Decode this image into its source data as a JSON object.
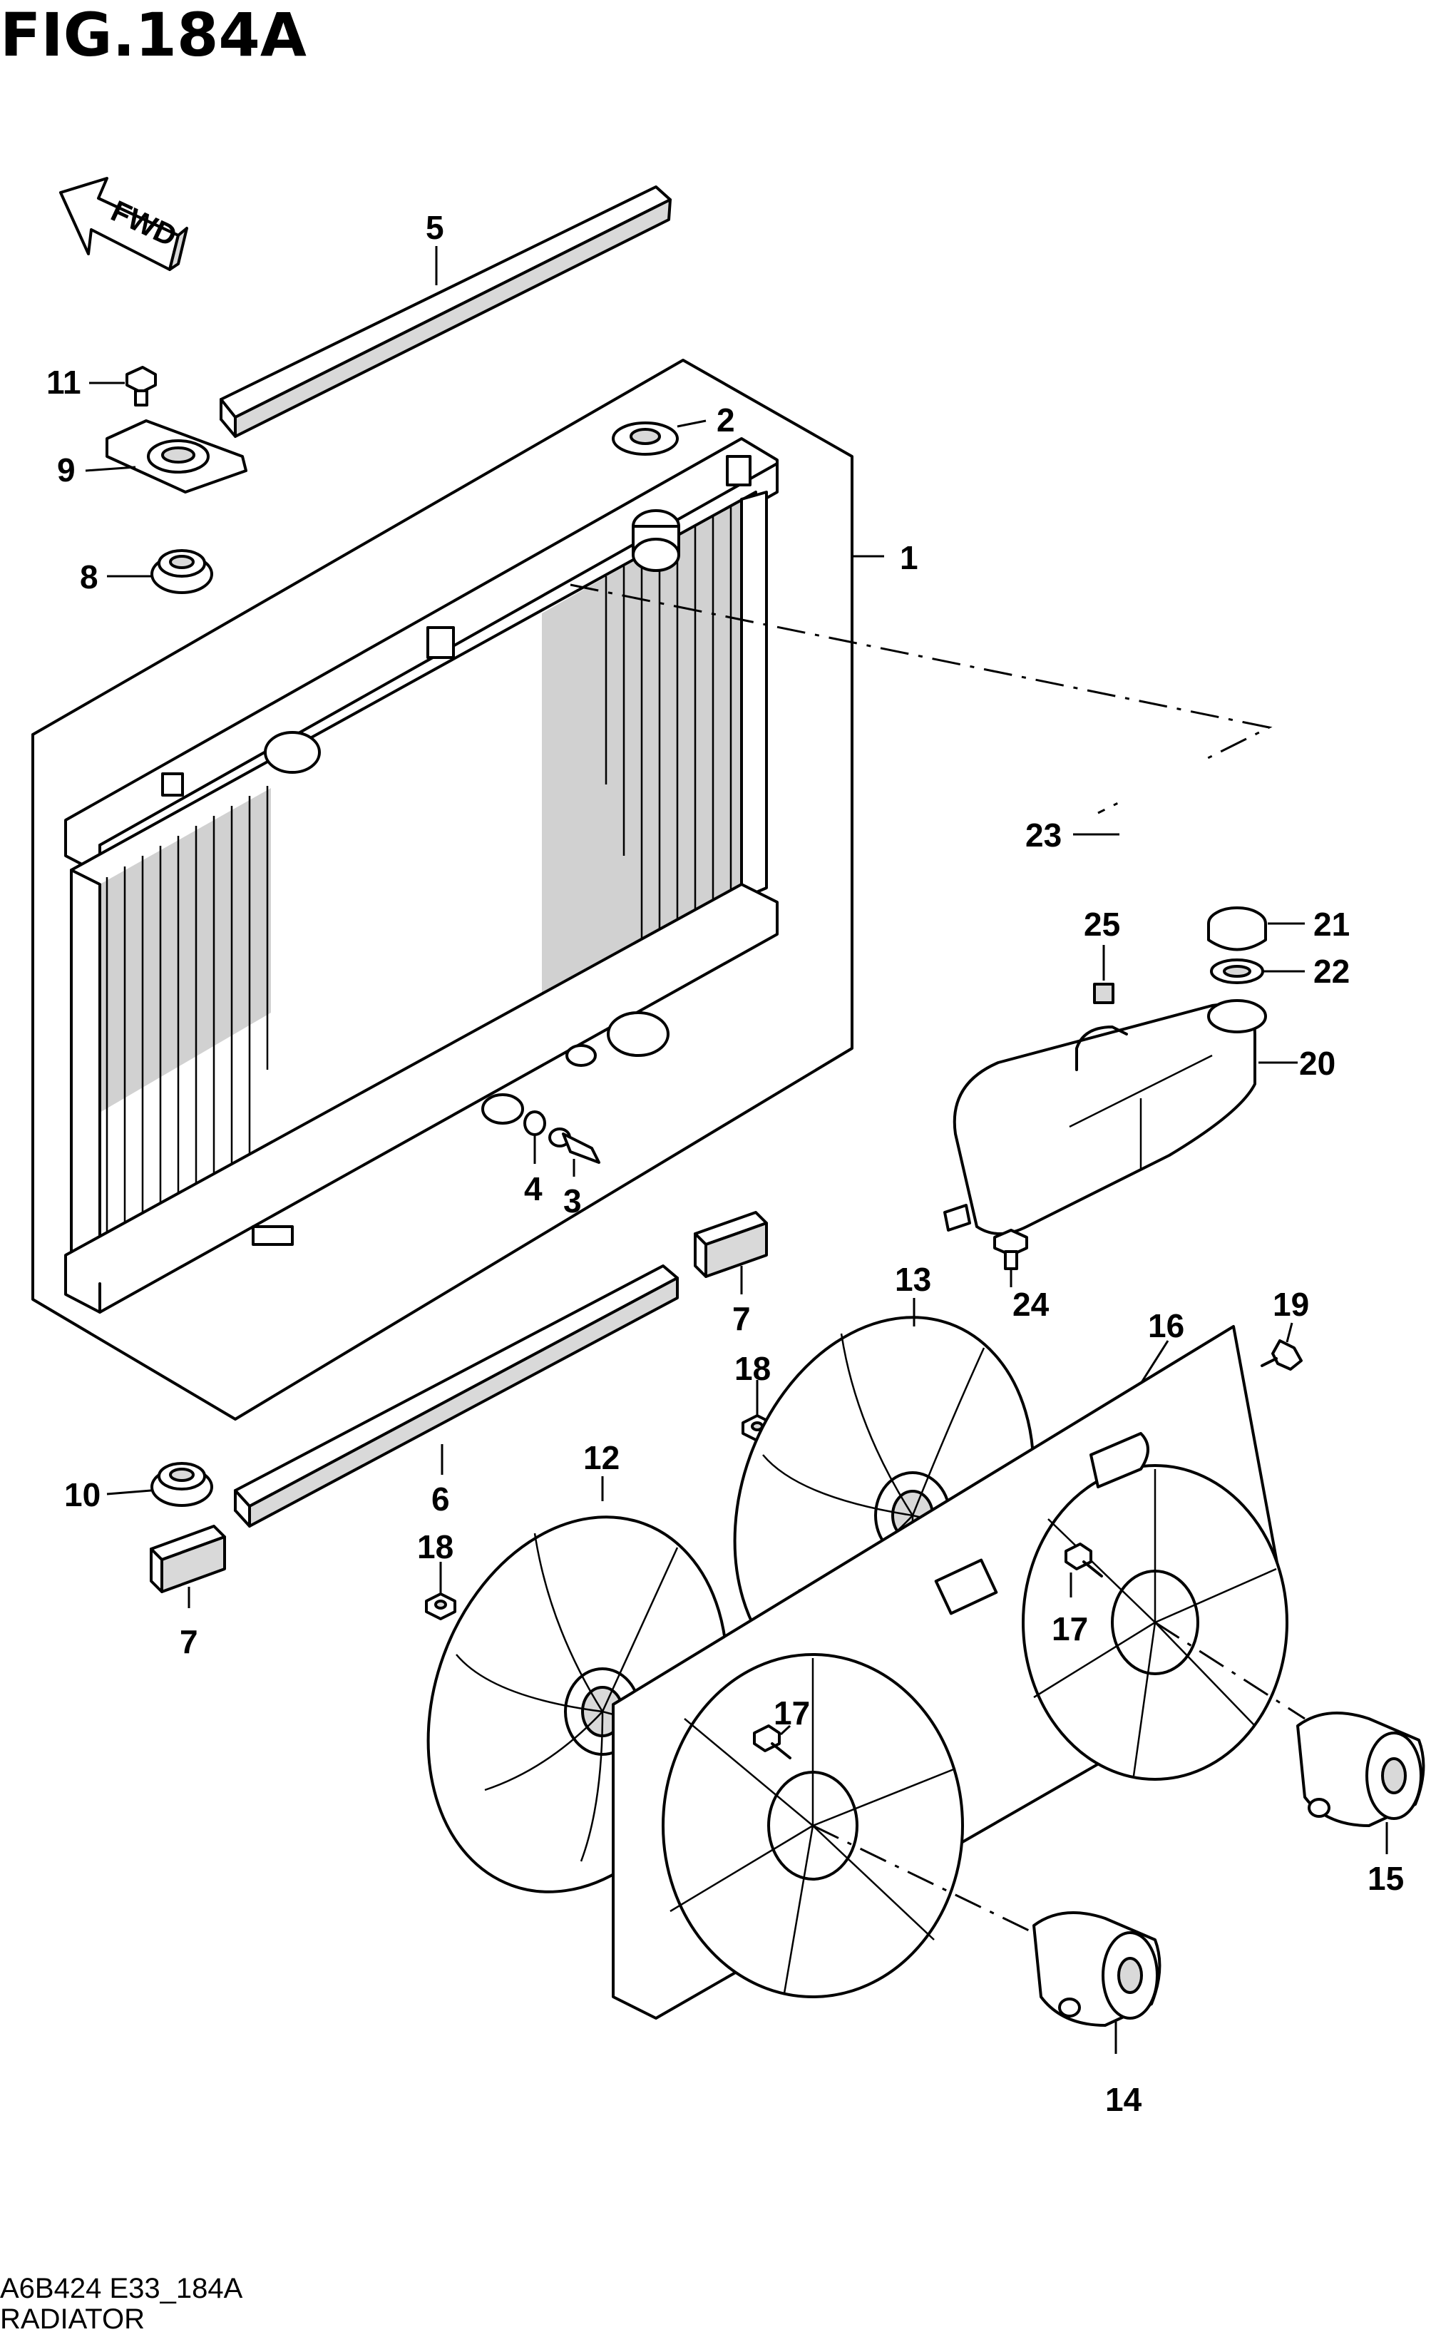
{
  "figure": {
    "title": "FIG.184A",
    "direction_label": "FWD",
    "code": "A6B424 E33_184A",
    "name": "RADIATOR"
  },
  "callouts": {
    "c1": "1",
    "c2": "2",
    "c3": "3",
    "c4": "4",
    "c5": "5",
    "c6": "6",
    "c7a": "7",
    "c7b": "7",
    "c8": "8",
    "c9": "9",
    "c10": "10",
    "c11": "11",
    "c12": "12",
    "c13": "13",
    "c14": "14",
    "c15": "15",
    "c16": "16",
    "c17a": "17",
    "c17b": "17",
    "c18a": "18",
    "c18b": "18",
    "c19": "19",
    "c20": "20",
    "c21": "21",
    "c22": "22",
    "c23": "23",
    "c24": "24",
    "c25": "25"
  },
  "icons": {
    "direction": "fwd-arrow-icon"
  }
}
